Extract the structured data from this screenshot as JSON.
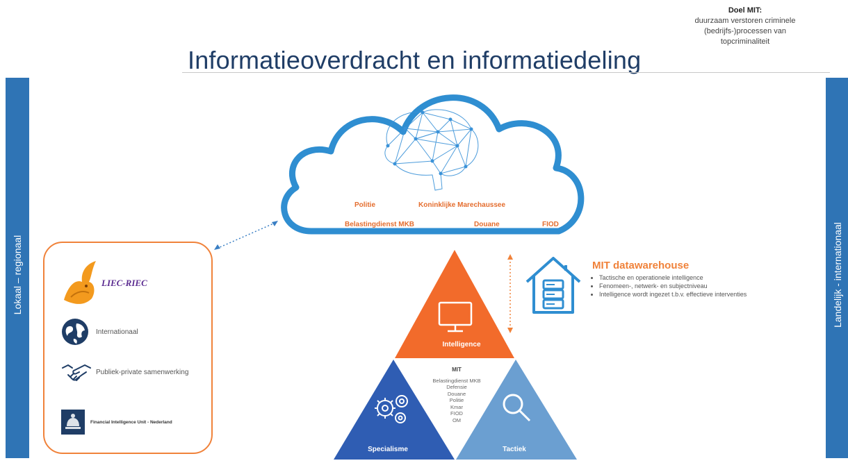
{
  "title": "Informatieoverdracht en informatiedeling",
  "doel": {
    "heading": "Doel MIT:",
    "lines": [
      "duurzaam verstoren criminele",
      "(bedrijfs-)processen van",
      "topcriminaliteit"
    ]
  },
  "side_left": "Lokaal – regionaal",
  "side_right": "Landelijk - internationaal",
  "cloud": {
    "labels": [
      "Politie",
      "Koninklijke Marechaussee",
      "Belastingdienst MKB",
      "Douane",
      "FIOD"
    ]
  },
  "left_box": {
    "liec_riec": "LIEC-RIEC",
    "international": "Internationaal",
    "pps": "Publiek-private samenwerking",
    "fiu": "Financial Intelligence Unit - Nederland"
  },
  "datawarehouse": {
    "title": "MIT datawarehouse",
    "bullets": [
      "Tactische en operationele intelligence",
      "Fenomeen-, netwerk- en subjectniveau",
      "Intelligence wordt ingezet t.b.v. effectieve interventies"
    ]
  },
  "triangle": {
    "top_label": "Intelligence",
    "left_label": "Specialisme",
    "right_label": "Tactiek",
    "center_title": "MIT",
    "center_items": [
      "Belastingdienst MKB",
      "Defensie",
      "Douane",
      "Politie",
      "Kmar",
      "FIOD",
      "OM"
    ]
  },
  "colors": {
    "blue": "#2f74b5",
    "orange": "#f0823a",
    "triangle_orange": "#f26b2b",
    "triangle_dark_blue": "#2f5db3",
    "triangle_light_blue": "#6b9fd1",
    "title_blue": "#1f3d66"
  },
  "icons": [
    "brain-icon",
    "eagle-logo-icon",
    "globe-icon",
    "handshake-icon",
    "fiu-logo-icon",
    "house-server-icon",
    "monitor-icon",
    "gears-icon",
    "magnifier-icon"
  ]
}
